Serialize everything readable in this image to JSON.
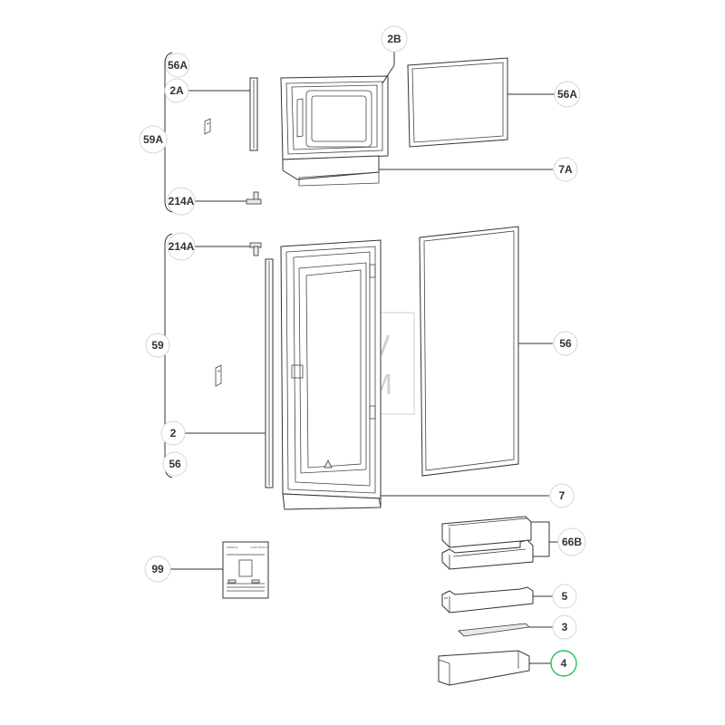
{
  "callouts": [
    {
      "id": "56A-top",
      "label": "56A"
    },
    {
      "id": "2A",
      "label": "2A"
    },
    {
      "id": "59A",
      "label": "59A"
    },
    {
      "id": "214A-top",
      "label": "214A"
    },
    {
      "id": "2B",
      "label": "2B"
    },
    {
      "id": "56A-right",
      "label": "56A"
    },
    {
      "id": "7A",
      "label": "7A"
    },
    {
      "id": "214A-mid",
      "label": "214A"
    },
    {
      "id": "59",
      "label": "59"
    },
    {
      "id": "2",
      "label": "2"
    },
    {
      "id": "56-left",
      "label": "56"
    },
    {
      "id": "56-right",
      "label": "56"
    },
    {
      "id": "7",
      "label": "7"
    },
    {
      "id": "66B",
      "label": "66B"
    },
    {
      "id": "99",
      "label": "99"
    },
    {
      "id": "5",
      "label": "5"
    },
    {
      "id": "3",
      "label": "3"
    },
    {
      "id": "4",
      "label": "4"
    }
  ],
  "highlight_color": "#22c55e",
  "watermark": {
    "line1": "ZV",
    "line2": "AM"
  },
  "manual": {
    "title": "MANUAL",
    "code": "1234 5678 9"
  }
}
